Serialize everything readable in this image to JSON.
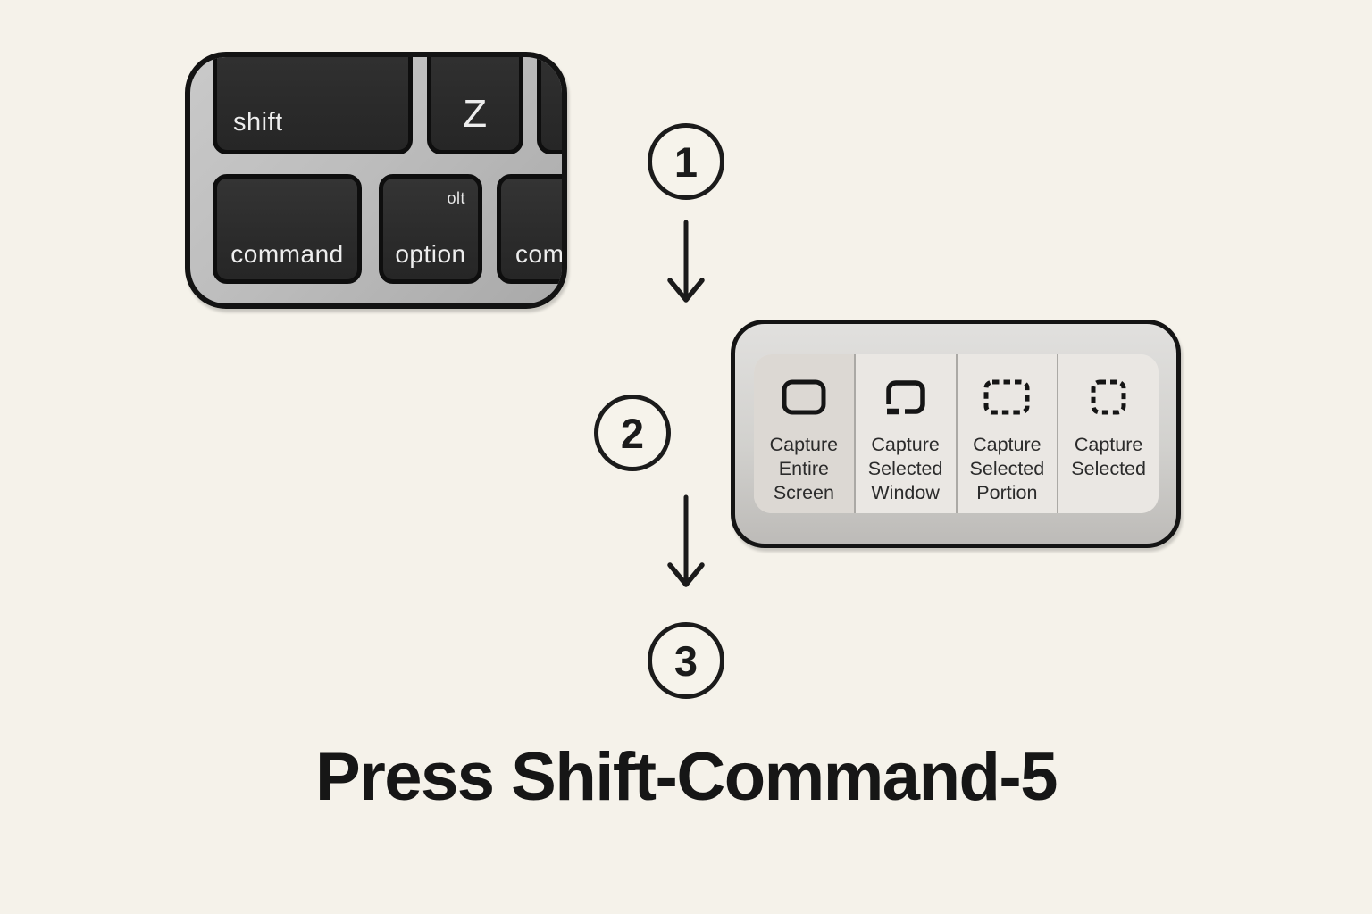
{
  "title": "Press Shift-Command-5",
  "keyboard": {
    "keys": {
      "shift": "shift",
      "z": "Z",
      "command": "command",
      "option": "option",
      "option_corner": "olt",
      "command_partial": "com"
    }
  },
  "steps": {
    "one": "1",
    "two": "2",
    "three": "3"
  },
  "capture_toolbar": {
    "options": [
      {
        "icon": "capture-entire-screen-icon",
        "selected": true,
        "lines": [
          "Capture",
          "Entire",
          "Screen"
        ]
      },
      {
        "icon": "capture-selected-window-icon",
        "selected": false,
        "lines": [
          "Capture",
          "Selected",
          "Window"
        ]
      },
      {
        "icon": "capture-selected-portion-icon",
        "selected": false,
        "lines": [
          "Capture",
          "Selected",
          "Portion"
        ]
      },
      {
        "icon": "capture-selected-icon",
        "selected": false,
        "lines": [
          "Capture",
          "Selected"
        ]
      }
    ]
  },
  "colors": {
    "background": "#f5f2ea",
    "ink": "#161616",
    "key_fill": "#2e2e2e",
    "keyboard_deck": "#bdbdbd",
    "panel_fill": "#d2d1ce",
    "tile_fill": "#eae7e3",
    "tile_selected_fill": "#dcd8d3"
  }
}
